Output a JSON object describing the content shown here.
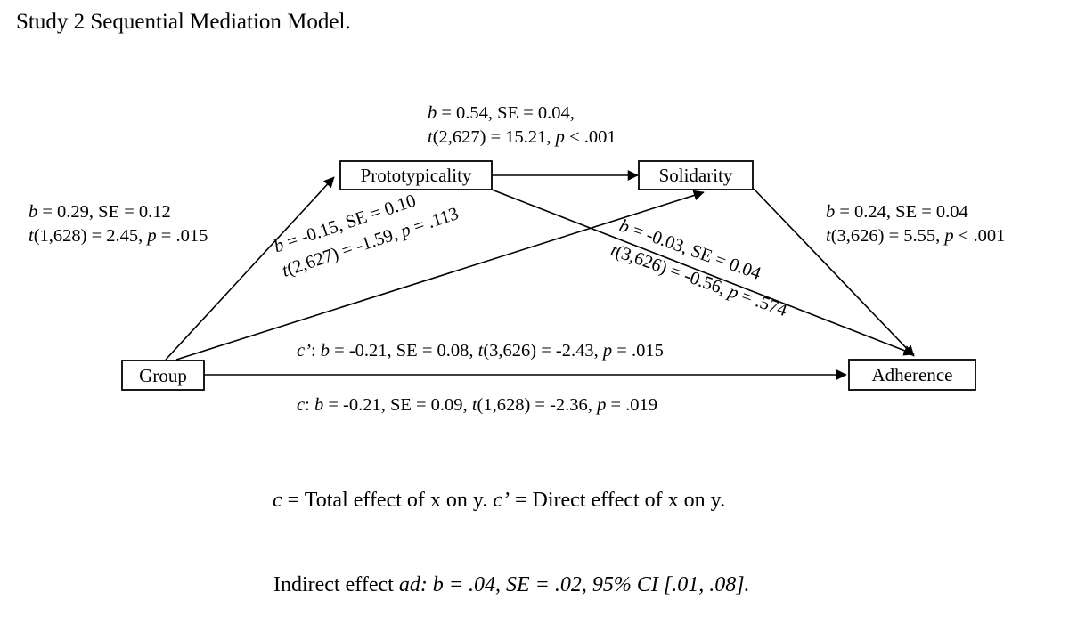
{
  "figure": {
    "title": "Study 2 Sequential Mediation Model."
  },
  "nodes": [
    {
      "id": "group",
      "label": "Group"
    },
    {
      "id": "prototypicality",
      "label": "Prototypicality"
    },
    {
      "id": "solidarity",
      "label": "Solidarity"
    },
    {
      "id": "adherence",
      "label": "Adherence"
    }
  ],
  "paths": {
    "group_to_prototypicality": {
      "line1": "b = 0.29, SE = 0.12",
      "line2_pre": "t",
      "line2": "(1,628) = 2.45, ",
      "line2_p": "p",
      "line2_post": " = .015"
    },
    "prototypicality_to_solidarity": {
      "line1": "b = 0.54, SE = 0.04,",
      "line2_pre": "t",
      "line2": "(2,627) = 15.21, ",
      "line2_p": "p",
      "line2_post": " < .001"
    },
    "solidarity_to_adherence": {
      "line1": "b = 0.24, SE = 0.04",
      "line2_pre": "t",
      "line2": "(3,626) = 5.55, ",
      "line2_p": "p",
      "line2_post": " < .001"
    },
    "prototypicality_to_adherence": {
      "line1": "b = -0.15, SE = 0.10",
      "line2_pre": "t",
      "line2": "(2,627) = -1.59, ",
      "line2_p": "p",
      "line2_post": " = .113"
    },
    "group_to_solidarity": {
      "line1": "b = -0.03, SE = 0.04",
      "line2_pre": "t",
      "line2": "(3,626) = -0.56, ",
      "line2_p": "p",
      "line2_post": " = .574"
    },
    "direct_effect": {
      "prefix": "c’",
      "text": ": b = -0.21, SE = 0.08, ",
      "t": "t",
      "text2": "(3,626) = -2.43, ",
      "p": "p",
      "text3": " = .015"
    },
    "total_effect": {
      "prefix": "c",
      "text": ": b = -0.21, SE = 0.09, ",
      "t": "t",
      "text2": "(1,628) = -2.36, ",
      "p": "p",
      "text3": " = .019"
    }
  },
  "captions": {
    "legend_c": "c",
    "legend_c_text": " = Total effect of x on y. ",
    "legend_cprime": "c’",
    "legend_cprime_text": " = Direct effect of x on y.",
    "indirect_prefix": "Indirect effect ",
    "indirect_italic": "ad: b = .04, SE = .02, 95% CI [.01, .08]."
  },
  "style": {
    "stroke": "#000000",
    "background": "#ffffff",
    "box_fill": "#ffffff"
  }
}
